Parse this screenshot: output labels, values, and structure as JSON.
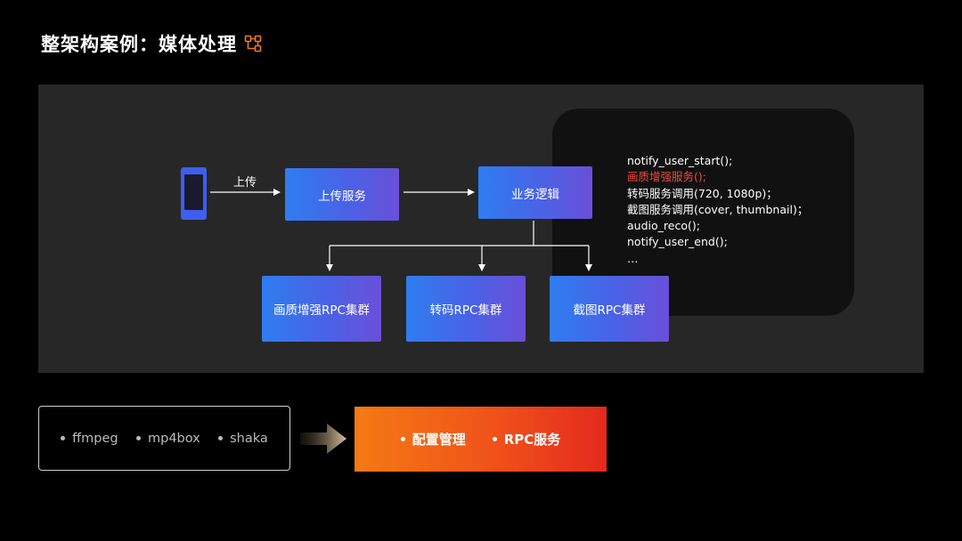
{
  "title": "整架构案例：媒体处理",
  "diagram": {
    "upload_label": "上传",
    "upload_service": "上传服务",
    "business_logic": "业务逻辑",
    "clusters": [
      "画质增强RPC集群",
      "转码RPC集群",
      "截图RPC集群"
    ]
  },
  "code_lines": [
    "notify_user_start();",
    "画质增强服务();",
    "转码服务调用(720, 1080p)；",
    "截图服务调用(cover, thumbnail)；",
    "audio_reco();",
    "notify_user_end();",
    "…"
  ],
  "tools": [
    "ffmpeg",
    "mp4box",
    "shaka"
  ],
  "platform": [
    "配置管理",
    "RPC服务"
  ],
  "colors": {
    "highlight": "#ef4a3a",
    "box_gradient_start": "#2f7df0",
    "box_gradient_end": "#6a4fd8",
    "orange_start": "#f47a14",
    "orange_end": "#e4291d"
  }
}
